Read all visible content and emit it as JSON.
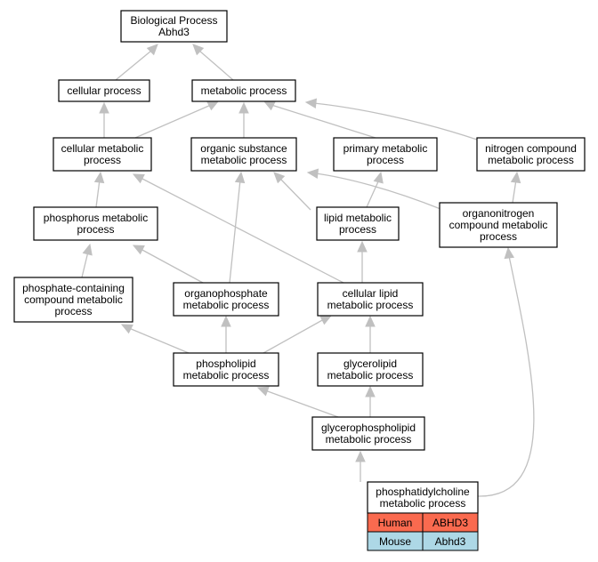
{
  "nodes": [
    {
      "id": "bp",
      "lines": [
        "Biological Process",
        "Abhd3"
      ]
    },
    {
      "id": "cp",
      "lines": [
        "cellular process"
      ]
    },
    {
      "id": "mp",
      "lines": [
        "metabolic process"
      ]
    },
    {
      "id": "cmp",
      "lines": [
        "cellular metabolic",
        "process"
      ]
    },
    {
      "id": "osmp",
      "lines": [
        "organic substance",
        "metabolic process"
      ]
    },
    {
      "id": "pmp",
      "lines": [
        "primary metabolic",
        "process"
      ]
    },
    {
      "id": "ncmp",
      "lines": [
        "nitrogen compound",
        "metabolic process"
      ]
    },
    {
      "id": "phmp",
      "lines": [
        "phosphorus metabolic",
        "process"
      ]
    },
    {
      "id": "lmp",
      "lines": [
        "lipid metabolic",
        "process"
      ]
    },
    {
      "id": "oncmp",
      "lines": [
        "organonitrogen",
        "compound metabolic",
        "process"
      ]
    },
    {
      "id": "pcmp",
      "lines": [
        "phosphate-containing",
        "compound metabolic",
        "process"
      ]
    },
    {
      "id": "opmp",
      "lines": [
        "organophosphate",
        "metabolic process"
      ]
    },
    {
      "id": "clmp",
      "lines": [
        "cellular lipid",
        "metabolic process"
      ]
    },
    {
      "id": "plmp",
      "lines": [
        "phospholipid",
        "metabolic process"
      ]
    },
    {
      "id": "glmp",
      "lines": [
        "glycerolipid",
        "metabolic process"
      ]
    },
    {
      "id": "gplmp",
      "lines": [
        "glycerophospholipid",
        "metabolic process"
      ]
    },
    {
      "id": "pcholmp",
      "lines": [
        "phosphatidylcholine",
        "metabolic process"
      ]
    }
  ],
  "annotations": [
    {
      "species": "Human",
      "gene": "ABHD3",
      "color": "#fa6a4f"
    },
    {
      "species": "Mouse",
      "gene": "Abhd3",
      "color": "#add8e6"
    }
  ],
  "colors": {
    "edge": "#c0c0c0",
    "border": "#000000",
    "background": "#ffffff"
  }
}
